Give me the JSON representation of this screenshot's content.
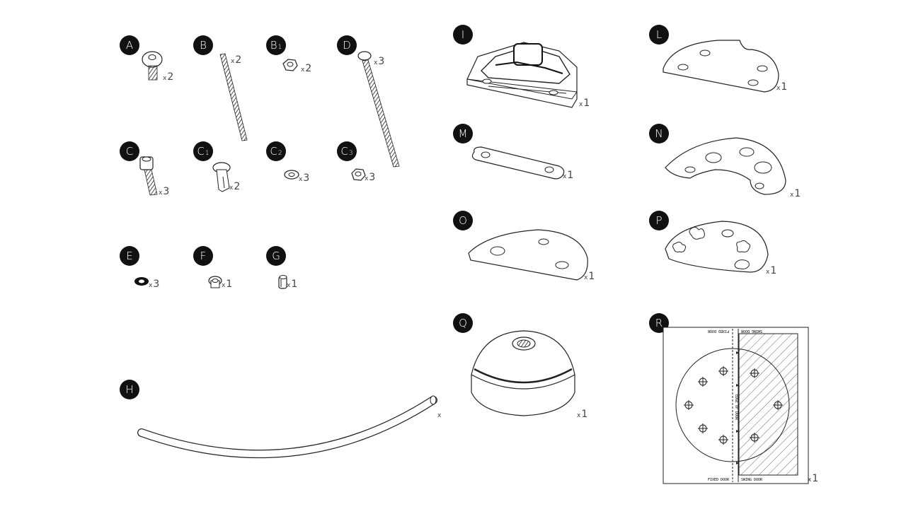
{
  "parts": [
    {
      "letter": "A",
      "sub": "",
      "qty": "2"
    },
    {
      "letter": "B",
      "sub": "",
      "qty": "2"
    },
    {
      "letter": "B",
      "sub": "1",
      "qty": "2"
    },
    {
      "letter": "D",
      "sub": "",
      "qty": "3"
    },
    {
      "letter": "C",
      "sub": "",
      "qty": "3"
    },
    {
      "letter": "C",
      "sub": "1",
      "qty": "2"
    },
    {
      "letter": "C",
      "sub": "2",
      "qty": "3"
    },
    {
      "letter": "C",
      "sub": "3",
      "qty": "3"
    },
    {
      "letter": "E",
      "sub": "",
      "qty": "3"
    },
    {
      "letter": "F",
      "sub": "",
      "qty": "1"
    },
    {
      "letter": "G",
      "sub": "",
      "qty": "1"
    },
    {
      "letter": "H",
      "sub": "",
      "qty": ""
    },
    {
      "letter": "I",
      "sub": "",
      "qty": "1"
    },
    {
      "letter": "L",
      "sub": "",
      "qty": "1"
    },
    {
      "letter": "M",
      "sub": "",
      "qty": "1"
    },
    {
      "letter": "N",
      "sub": "",
      "qty": "1"
    },
    {
      "letter": "O",
      "sub": "",
      "qty": "1"
    },
    {
      "letter": "P",
      "sub": "",
      "qty": "1"
    },
    {
      "letter": "Q",
      "sub": "",
      "qty": "1"
    },
    {
      "letter": "R",
      "sub": "",
      "qty": "1"
    }
  ],
  "qty_prefix": "x",
  "template_labels": {
    "fixed_door_top": "FIXED DOOR",
    "swing_door_top": "SWING DOOR",
    "edge_of_door": "EDGE OF DOOR",
    "fixed_door_bottom": "FIXED DOOR",
    "swing_door_bottom": "SWING DOOR"
  }
}
